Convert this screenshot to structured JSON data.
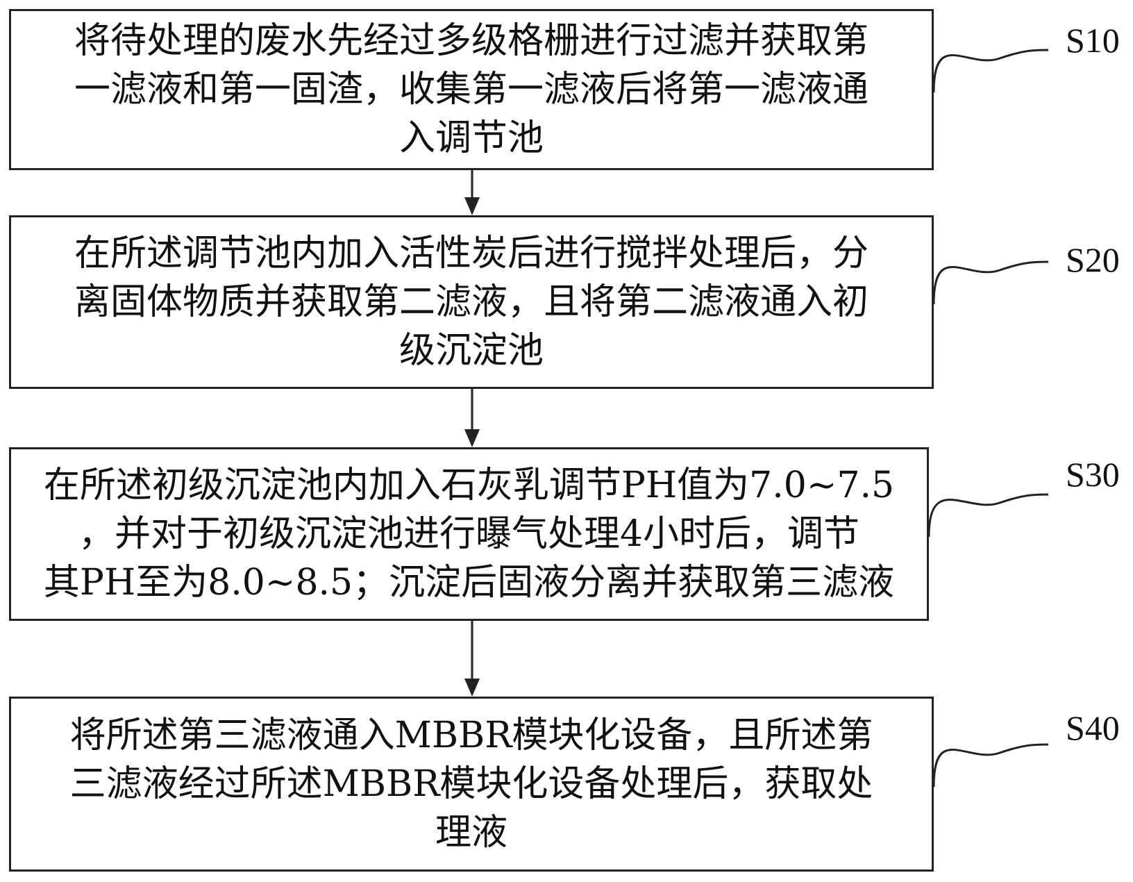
{
  "steps": [
    {
      "label": "S10",
      "lines": [
        "将待处理的废水先经过多级格栅进行过滤并获取第",
        "一滤液和第一固渣，收集第一滤液后将第一滤液通",
        "入调节池"
      ]
    },
    {
      "label": "S20",
      "lines": [
        "在所述调节池内加入活性炭后进行搅拌处理后，分",
        "离固体物质并获取第二滤液，且将第二滤液通入初",
        "级沉淀池"
      ]
    },
    {
      "label": "S30",
      "lines": [
        "在所述初级沉淀池内加入石灰乳调节PH值为7.0~7.5",
        "，并对于初级沉淀池进行曝气处理4小时后，调节",
        "其PH至为8.0~8.5；沉淀后固液分离并获取第三滤液"
      ]
    },
    {
      "label": "S40",
      "lines": [
        "将所述第三滤液通入MBBR模块化设备，且所述第",
        "三滤液经过所述MBBR模块化设备处理后，获取处",
        "理液"
      ]
    }
  ],
  "colors": {
    "line": "#222222",
    "text": "#111111",
    "background": "#ffffff"
  },
  "connector_type": "arrow-down"
}
